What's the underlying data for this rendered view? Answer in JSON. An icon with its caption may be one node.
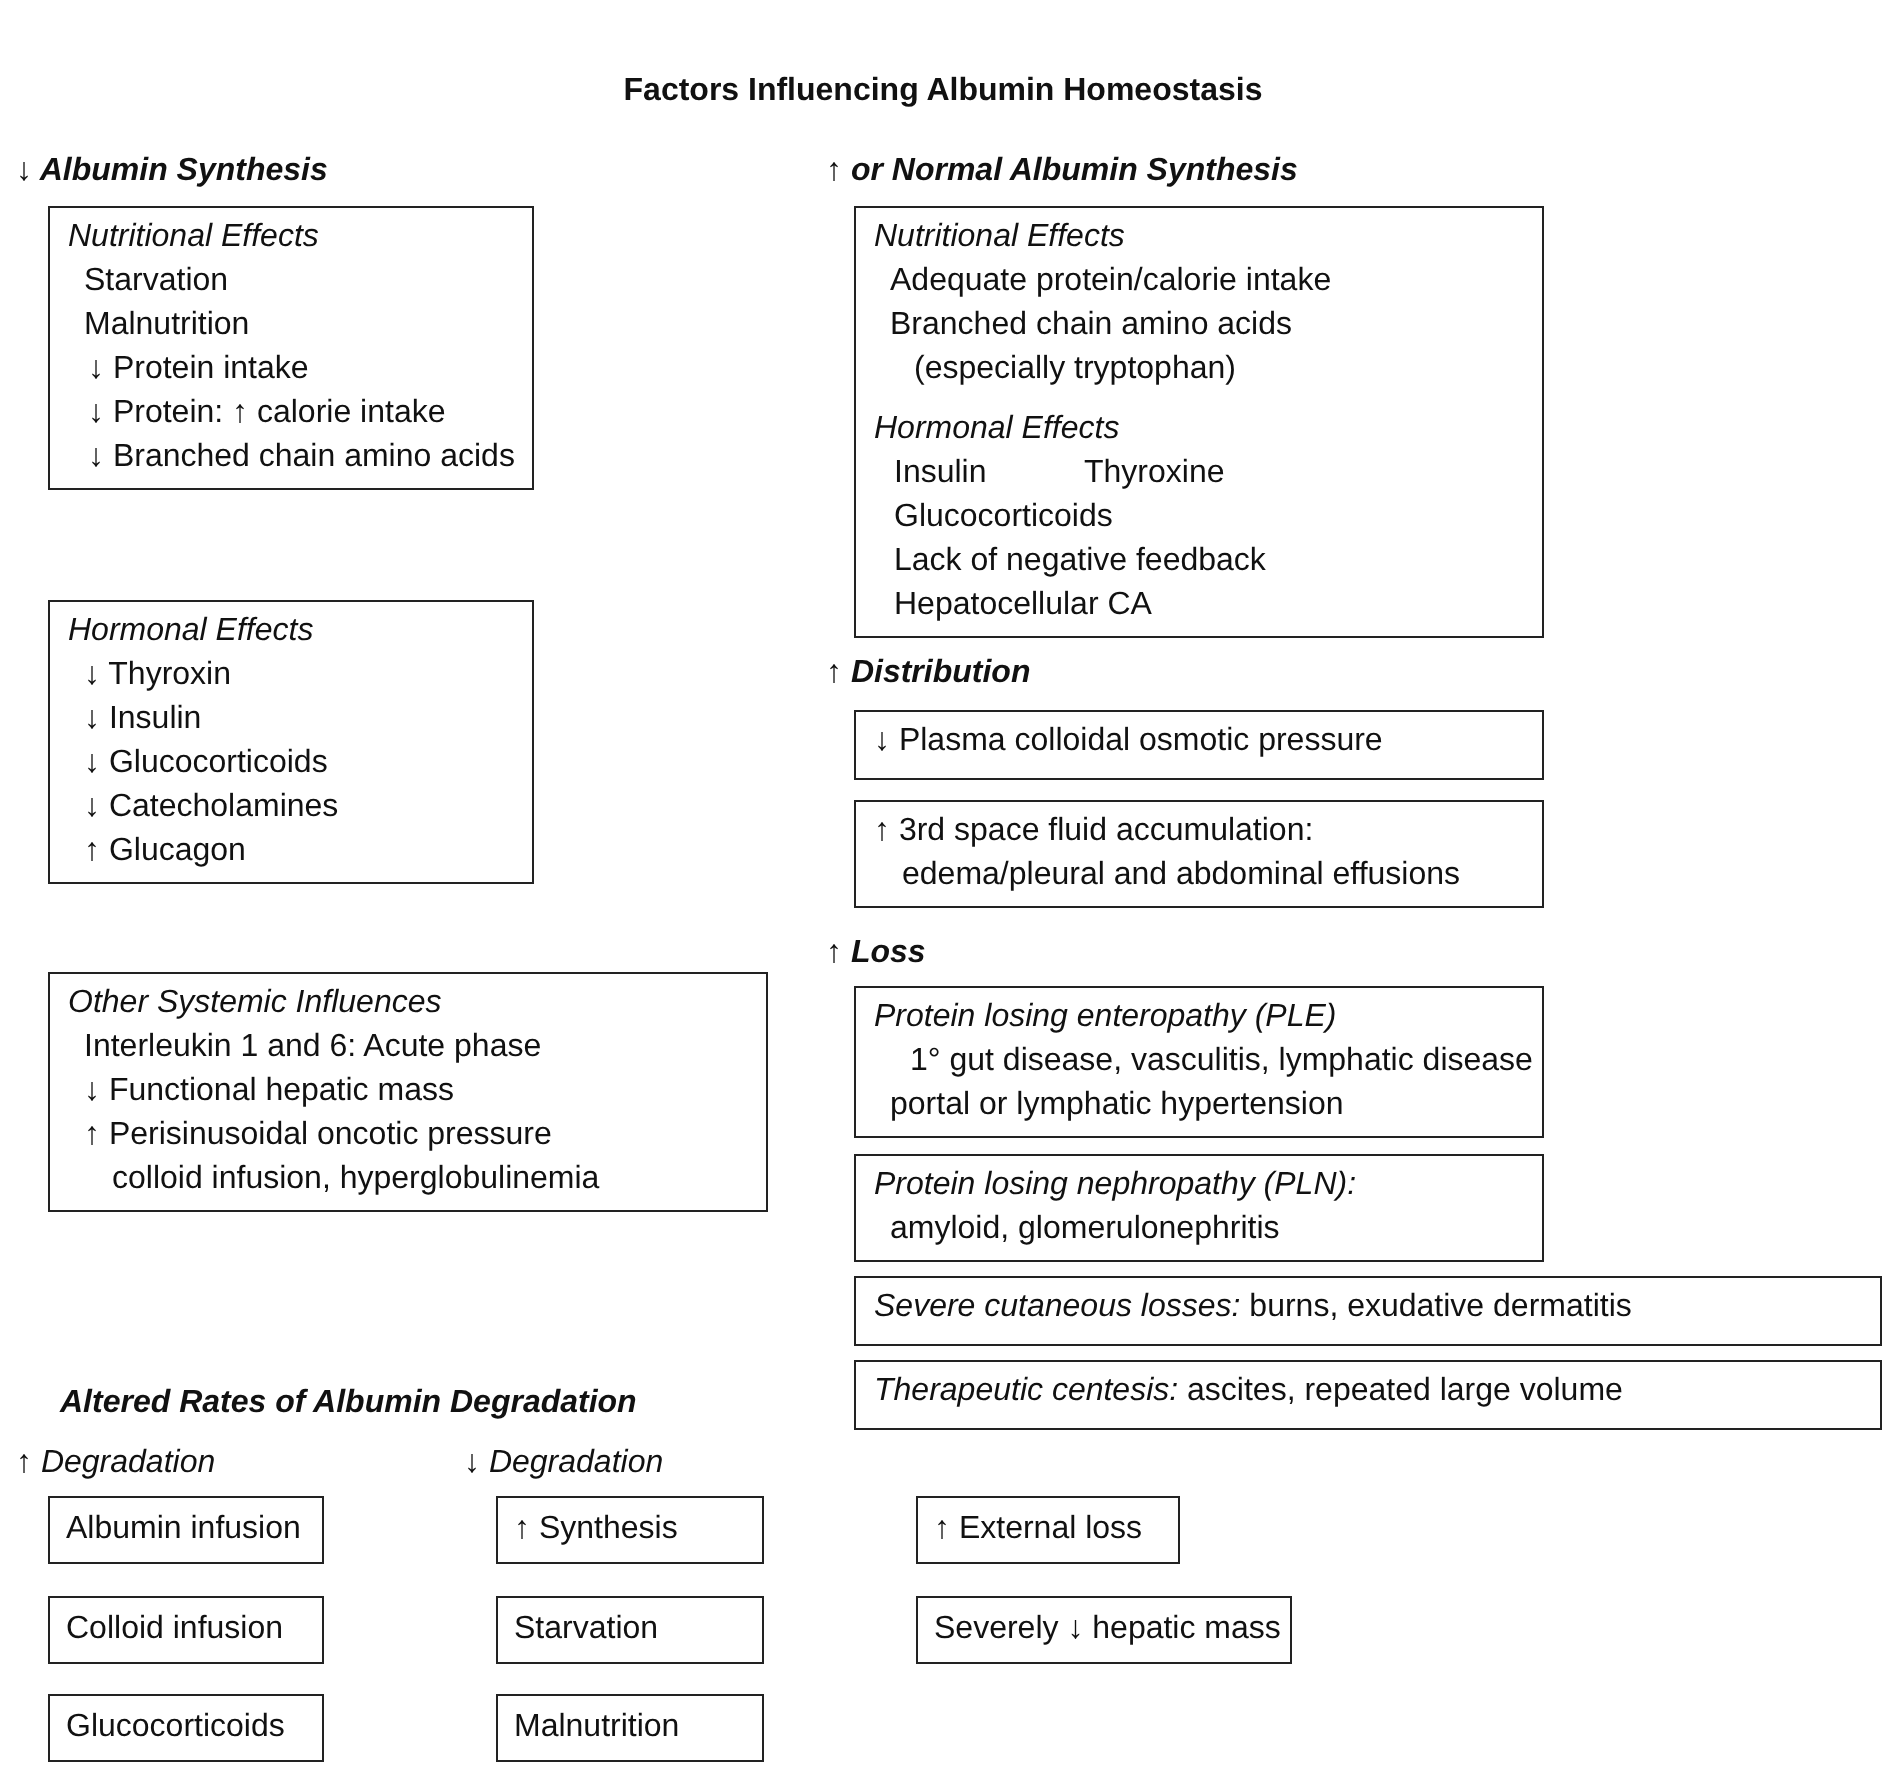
{
  "diagram": {
    "title": "Factors Influencing Albumin Homeostasis",
    "nodes": [
      {
        "text": [
          "Nutritional Effects",
          "Starvation",
          "Malnutrition",
          "↓ Protein intake",
          "↓ Protein: ↑ calorie intake",
          "↓ Branched chain amino acids"
        ]
      },
      {
        "text": [
          "Hormonal Effects",
          "↓ Thyroxin",
          "↓ Insulin",
          "↓ Glucocorticoids",
          "↓ Catecholamines",
          "↑ Glucagon"
        ]
      },
      {
        "text": [
          "Other Systemic Influences",
          "Interleukin 1 and 6: Acute phase",
          "↓ Functional hepatic mass",
          "↑ Perisinusoidal oncotic pressure",
          "colloid infusion, hyperglobulinemia"
        ]
      },
      {
        "text": [
          "Nutritional Effects",
          "Adequate protein/calorie intake",
          "Branched chain amino acids (especially tryptophan)",
          "Hormonal Effects",
          "Insulin",
          "Thyroxine",
          "Glucocorticoids",
          "Lack of negative feedback",
          "Hepatocellular CA"
        ]
      },
      {
        "text": [
          "↓ Plasma colloidal osmotic pressure"
        ]
      },
      {
        "text": [
          "↑ 3rd space fluid accumulation: edema/pleural and abdominal effusions"
        ]
      },
      {
        "text": [
          "Protein losing enteropathy (PLE)",
          "1° gut disease, vasculitis, lymphatic disease",
          "portal or lymphatic hypertension"
        ]
      },
      {
        "text": [
          "Protein losing nephropathy (PLN):",
          "amyloid, glomerulonephritis"
        ]
      },
      {
        "text": [
          "*Severe cutaneous losses:* burns, exudative dermatitis"
        ]
      },
      {
        "text": [
          "*Therapeutic centesis:* ascites, repeated large volume"
        ]
      },
      {
        "text": [
          "Albumin infusion"
        ]
      },
      {
        "text": [
          "Colloid infusion"
        ]
      },
      {
        "text": [
          "Glucocorticoids"
        ]
      },
      {
        "text": [
          "↑ Synthesis"
        ]
      },
      {
        "text": [
          "Starvation"
        ]
      },
      {
        "text": [
          "Malnutrition"
        ]
      },
      {
        "text": [
          "↑ External loss"
        ]
      },
      {
        "text": [
          "Severely ↓ hepatic mass"
        ]
      }
    ],
    "labels": [
      "↓ Albumin Synthesis",
      "↑ or Normal Albumin Synthesis",
      "↑ Distribution",
      "↑ Loss",
      "Altered Rates of Albumin Degradation",
      "↑ Degradation",
      "↓ Degradation"
    ]
  }
}
